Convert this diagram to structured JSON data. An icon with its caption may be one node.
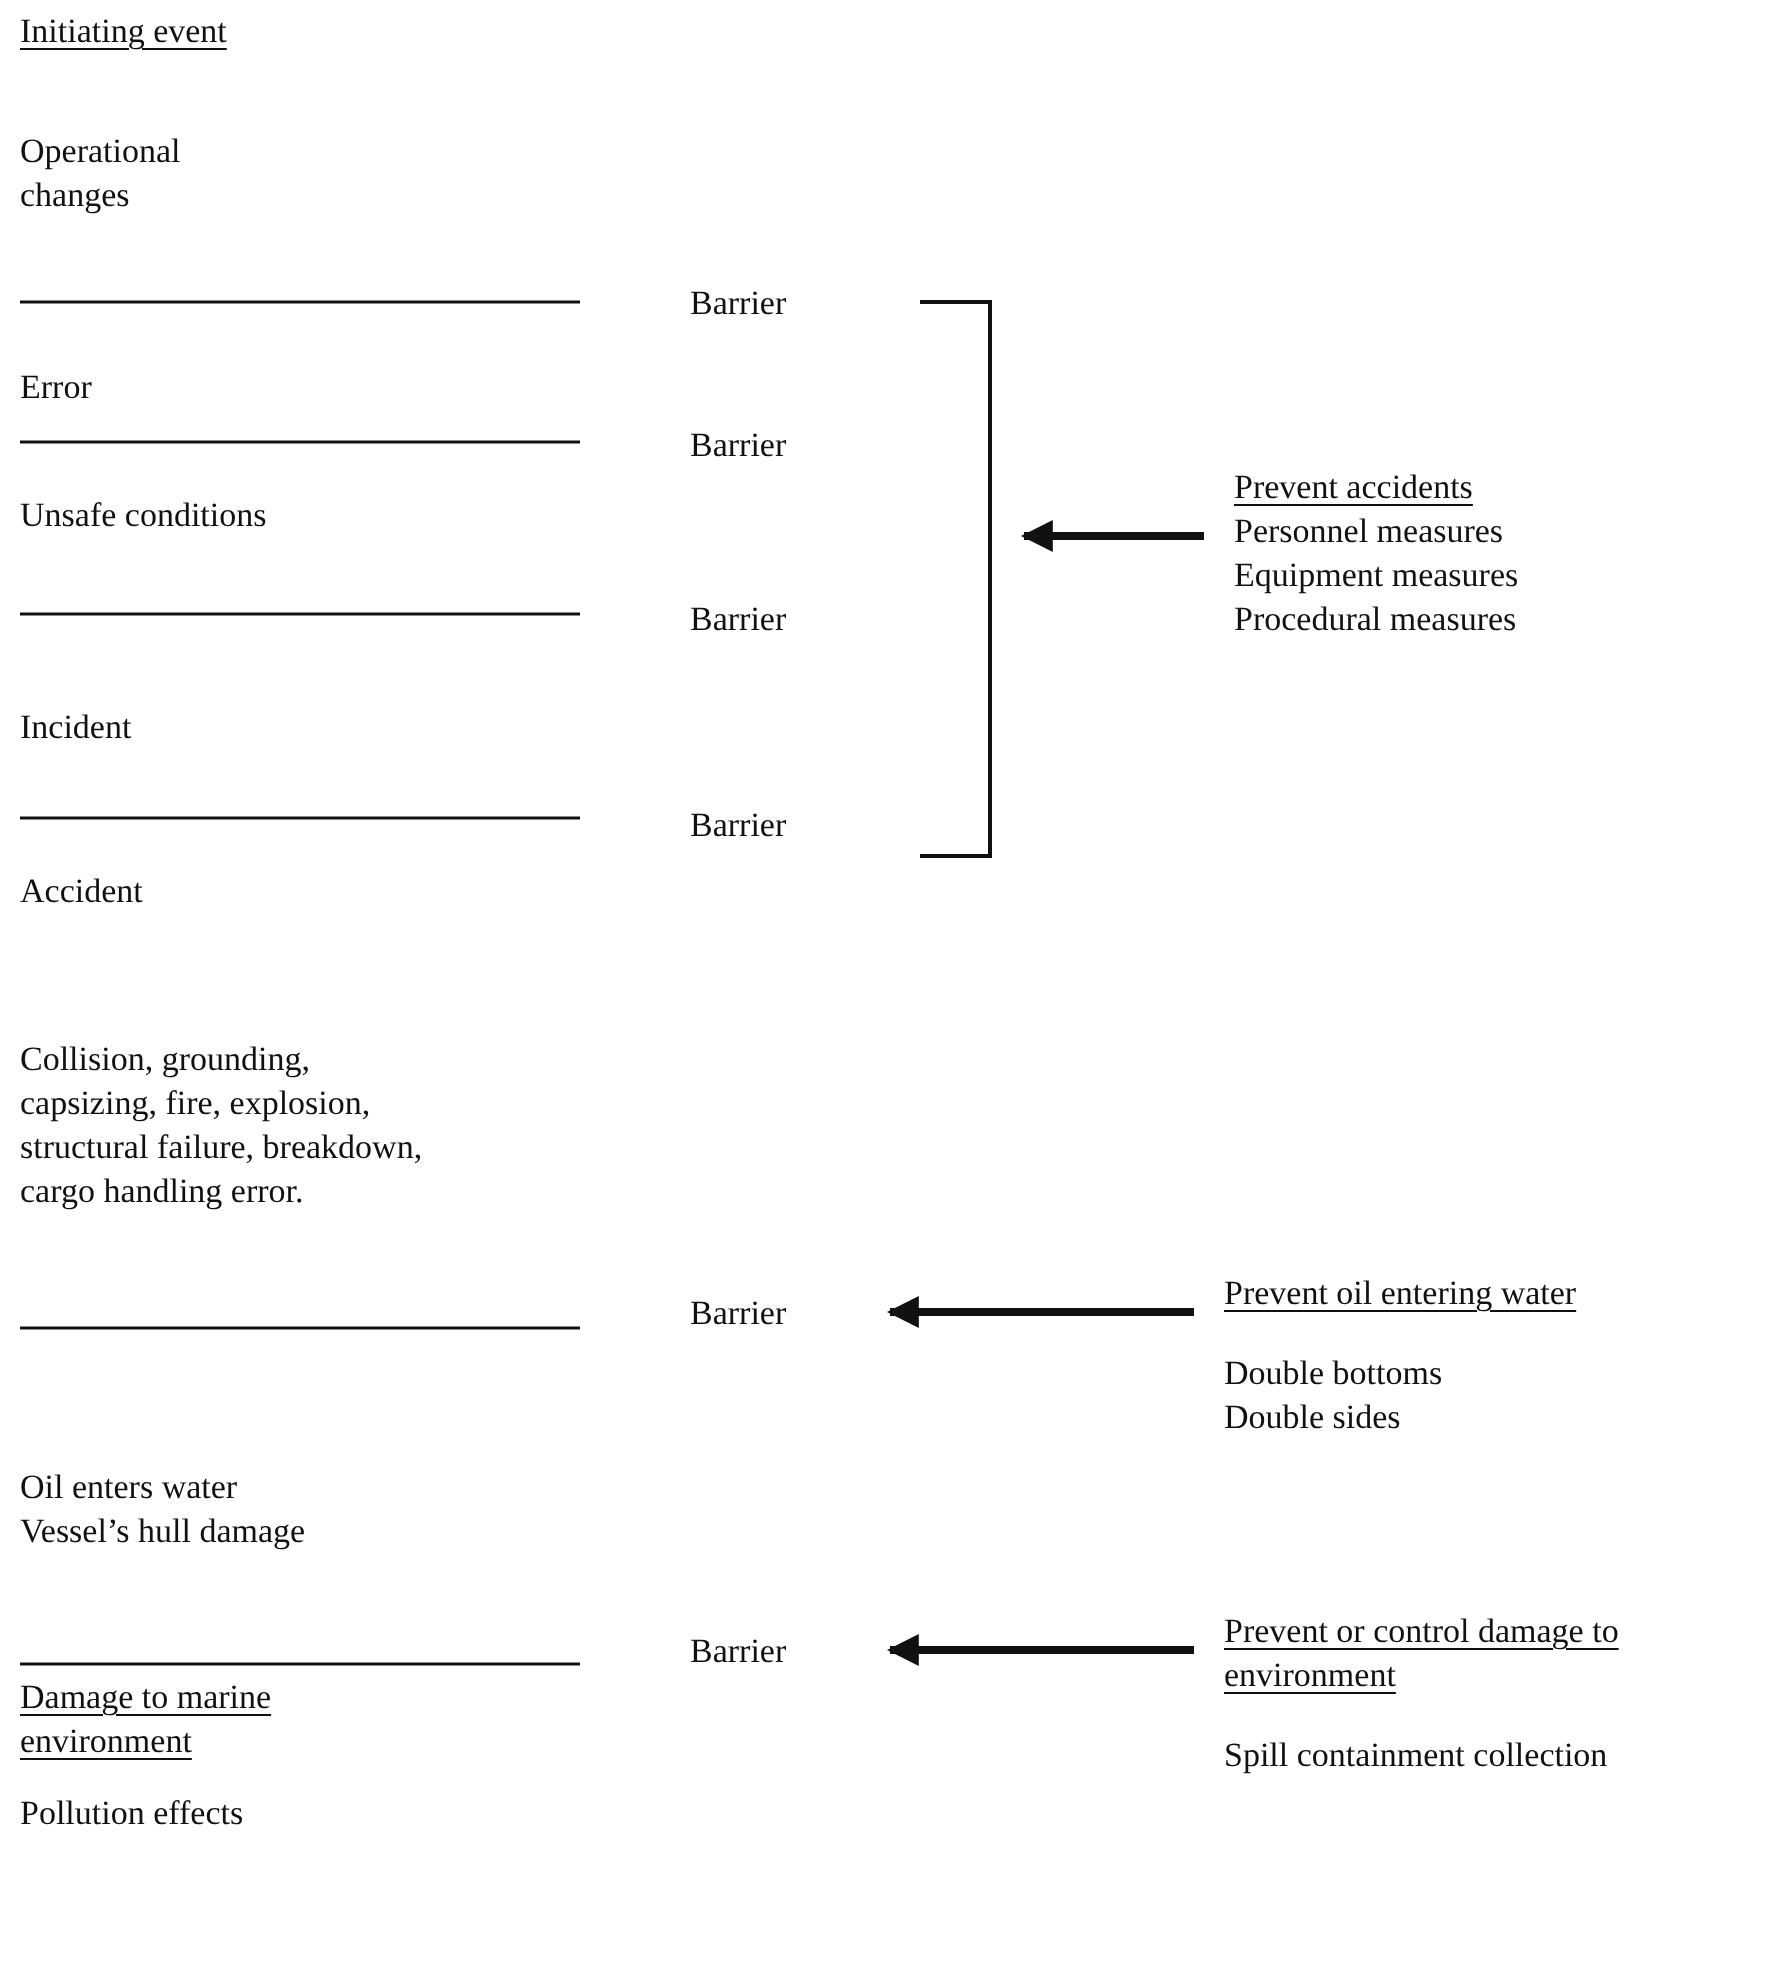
{
  "diagram": {
    "nodes": [
      {
        "text": [
          "Prevent accidents",
          "Personnel measures",
          "Equipment measures",
          "Procedural measures"
        ]
      },
      {
        "text": [],
        "shape": "bracket"
      },
      {
        "text": [
          "Prevent oil entering water",
          "Double bottoms",
          "Double sides"
        ]
      },
      {
        "text": [
          "Barrier"
        ]
      },
      {
        "text": [
          "Prevent or control damage to environment",
          "Spill containment collection"
        ]
      },
      {
        "text": [
          "Barrier"
        ]
      }
    ],
    "edges": [
      {
        "from": 0,
        "to": 1,
        "arrow": "to"
      },
      {
        "from": 2,
        "to": 3,
        "arrow": "to"
      },
      {
        "from": 4,
        "to": 5,
        "arrow": "to"
      }
    ],
    "labels": [
      "Initiating event",
      "Operational changes",
      "Barrier",
      "Error",
      "Barrier",
      "Unsafe conditions",
      "Barrier",
      "Incident",
      "Barrier",
      "Accident",
      "Collision, grounding, capsizing, fire, explosion, structural failure, breakdown, cargo handling error.",
      "Oil enters water",
      "Vessel’s hull damage",
      "Damage to marine environment",
      "Pollution effects"
    ]
  }
}
